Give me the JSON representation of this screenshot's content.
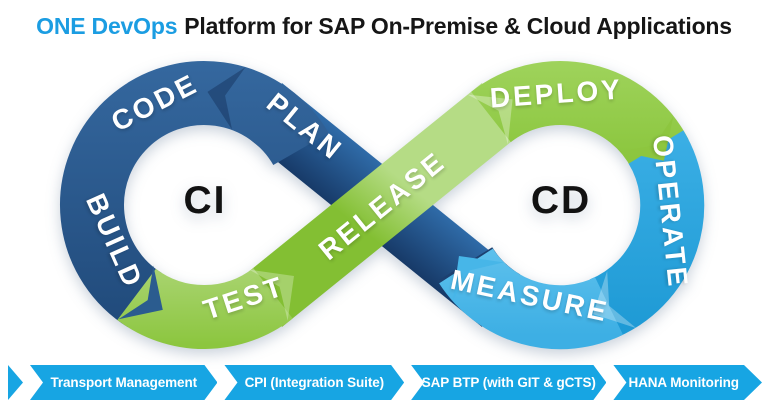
{
  "title": {
    "highlight": "ONE DevOps",
    "rest": "Platform for SAP On-Premise & Cloud Applications"
  },
  "loop": {
    "left_loop_label": "CI",
    "right_loop_label": "CD",
    "stages": [
      {
        "id": "plan",
        "label": "PLAN"
      },
      {
        "id": "code",
        "label": "CODE"
      },
      {
        "id": "build",
        "label": "BUILD"
      },
      {
        "id": "test",
        "label": "TEST"
      },
      {
        "id": "release",
        "label": "RELEASE"
      },
      {
        "id": "deploy",
        "label": "DEPLOY"
      },
      {
        "id": "operate",
        "label": "OPERATE"
      },
      {
        "id": "measure",
        "label": "MEASURE"
      }
    ]
  },
  "banner": {
    "items": [
      {
        "label": "Transport Management"
      },
      {
        "label": "CPI (Integration Suite)"
      },
      {
        "label": "SAP BTP (with GIT & gCTS)"
      },
      {
        "label": "HANA Monitoring"
      }
    ]
  },
  "colors": {
    "title_highlight": "#1b9de2",
    "title_text": "#161616",
    "ci_dark_blue": "#2b5c8f",
    "navy_shadow": "#1d4070",
    "green": "#8dc63f",
    "green_light": "#b5dc85",
    "operate_blue": "#2aa7e0",
    "measure_blue": "#4ab6e8",
    "banner_blue": "#17a5e3"
  }
}
